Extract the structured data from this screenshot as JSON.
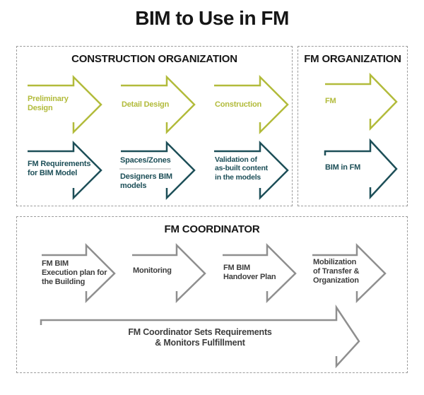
{
  "title": "BIM to Use in FM",
  "colors": {
    "olive": "#b2bb3b",
    "teal": "#1d4f58",
    "gray": "#8f8f8f",
    "label_dark": "#3d3d3d",
    "header_dark": "#161616",
    "divider": "#d8d8d8",
    "border": "#9c9c9c"
  },
  "construction": {
    "header": "CONSTRUCTION ORGANIZATION",
    "design_phases": [
      {
        "label": "Preliminary\nDesign"
      },
      {
        "label": "Detail Design"
      },
      {
        "label": "Construction"
      }
    ],
    "bim_phases": [
      {
        "label": "FM Requirements\nfor BIM Model"
      },
      {
        "label_top": "Spaces/Zones",
        "label_bottom": "Designers BIM\nmodels"
      },
      {
        "label": "Validation of\nas-built content\nin the models"
      }
    ]
  },
  "fm_org": {
    "header": "FM ORGANIZATION",
    "fm_label": "FM",
    "bim_label": "BIM in FM"
  },
  "fm_coordinator": {
    "header": "FM COORDINATOR",
    "steps": [
      {
        "label": "FM BIM\nExecution plan for\nthe Building"
      },
      {
        "label": "Monitoring"
      },
      {
        "label": "FM BIM\nHandover Plan"
      },
      {
        "label": "Mobilization\nof Transfer &\nOrganization"
      }
    ],
    "banner": "FM Coordinator Sets Requirements\n& Monitors Fulfillment"
  }
}
